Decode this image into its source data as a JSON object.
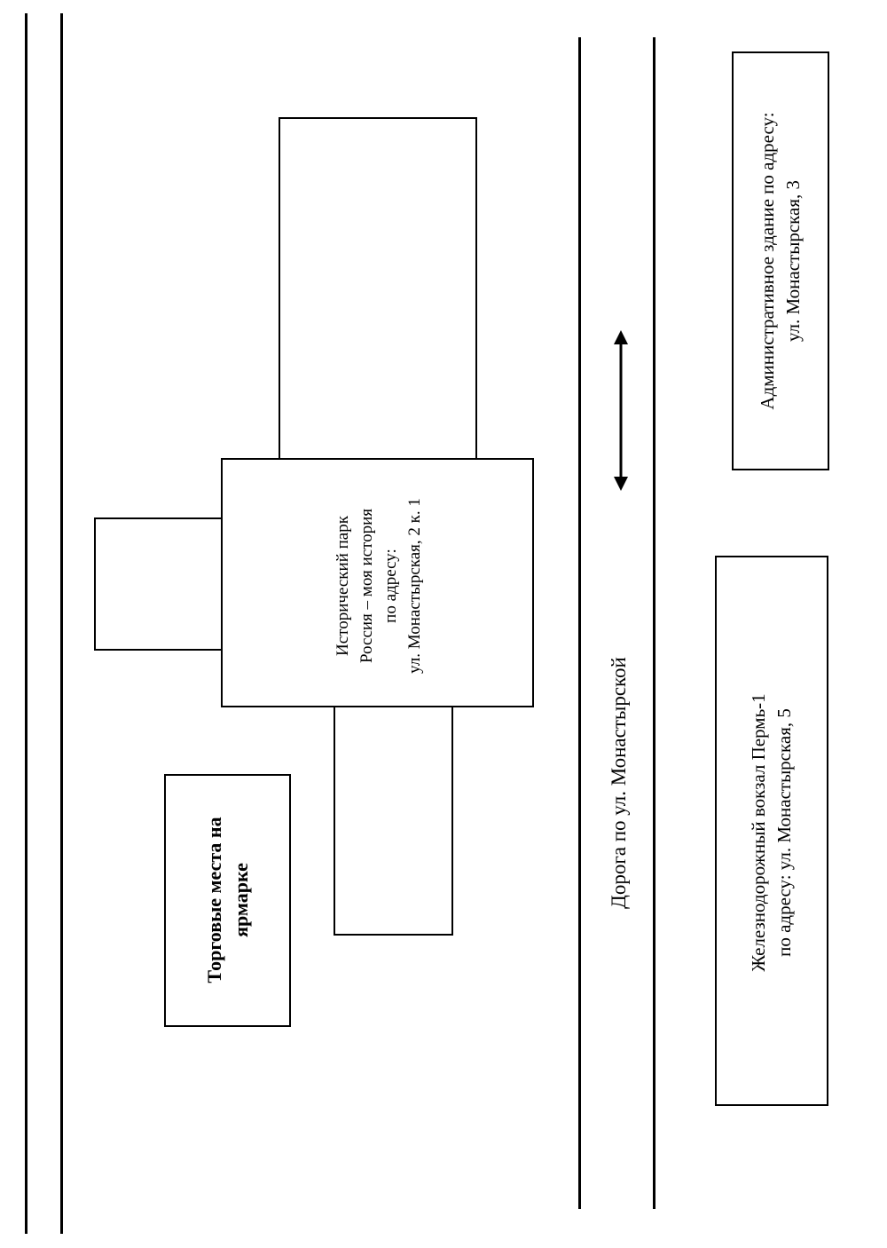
{
  "map": {
    "park": {
      "line1": "Исторический парк",
      "line2": "Россия – моя история",
      "line3": "по адресу:",
      "line4": "ул. Монастырская, 2 к. 1"
    },
    "market": {
      "line1": "Торговые места на",
      "line2": "ярмарке"
    },
    "road": {
      "label": "Дорога по ул. Монастырской"
    },
    "admin_building": {
      "line1": "Административное здание по адресу:",
      "line2": "ул. Монастырская, 3"
    },
    "railway_station": {
      "line1": "Железнодорожный вокзал Пермь-1",
      "line2": "по адресу: ул. Монастырская, 5"
    },
    "road_direction_icon": "double-headed-arrow"
  }
}
